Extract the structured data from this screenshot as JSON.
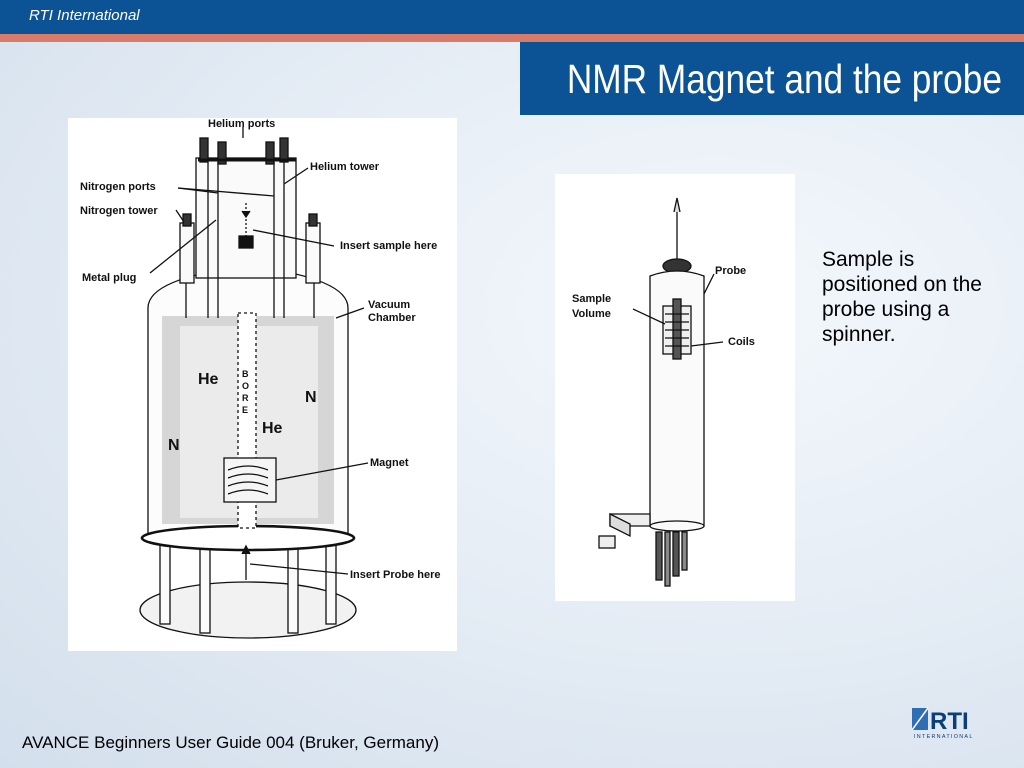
{
  "header": {
    "organization": "RTI International"
  },
  "slide": {
    "title": "NMR Magnet and the probe",
    "description": "Sample is positioned on the probe using a spinner.",
    "footer": "AVANCE Beginners User Guide 004 (Bruker, Germany)"
  },
  "logo": {
    "mark": "RTI",
    "subtext": "INTERNATIONAL"
  },
  "magnet_diagram": {
    "labels": {
      "helium_ports": "Helium ports",
      "helium_tower": "Helium tower",
      "nitrogen_ports": "Nitrogen ports",
      "nitrogen_tower": "Nitrogen tower",
      "insert_sample": "Insert sample here",
      "metal_plug": "Metal plug",
      "vacuum_chamber_1": "Vacuum",
      "vacuum_chamber_2": "Chamber",
      "he_left": "He",
      "he_right": "He",
      "n_left": "N",
      "n_right": "N",
      "bore_b": "B",
      "bore_o": "O",
      "bore_r": "R",
      "bore_e": "E",
      "magnet": "Magnet",
      "insert_probe": "Insert Probe here"
    }
  },
  "probe_diagram": {
    "labels": {
      "probe": "Probe",
      "sample_volume_1": "Sample",
      "sample_volume_2": "Volume",
      "coils": "Coils"
    }
  },
  "colors": {
    "brand_blue": "#0b5394",
    "accent_salmon": "#d97b6b"
  }
}
